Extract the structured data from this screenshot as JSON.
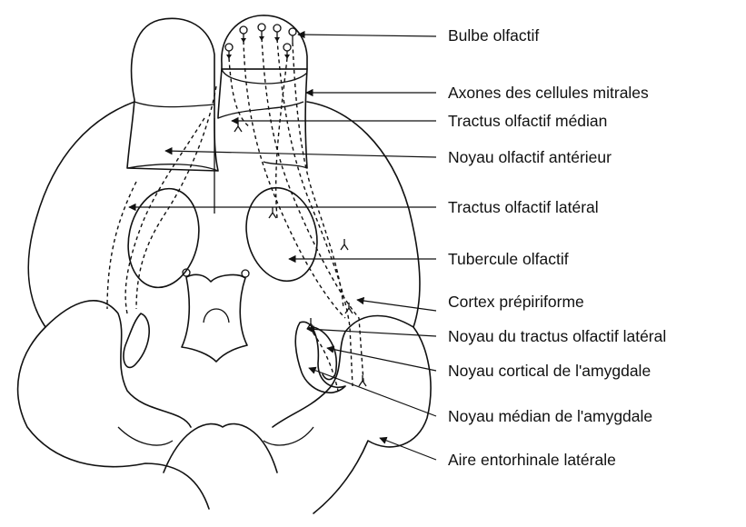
{
  "labels": [
    "Bulbe olfactif",
    "Axones des cellules mitrales",
    "Tractus olfactif médian",
    "Noyau olfactif antérieur",
    "Tractus olfactif latéral",
    "Tubercule olfactif",
    "Cortex prépiriforme",
    "Noyau du tractus olfactif latéral",
    "Noyau cortical de l'amygdale",
    "Noyau médian de l'amygdale",
    "Aire entorhinale latérale"
  ]
}
